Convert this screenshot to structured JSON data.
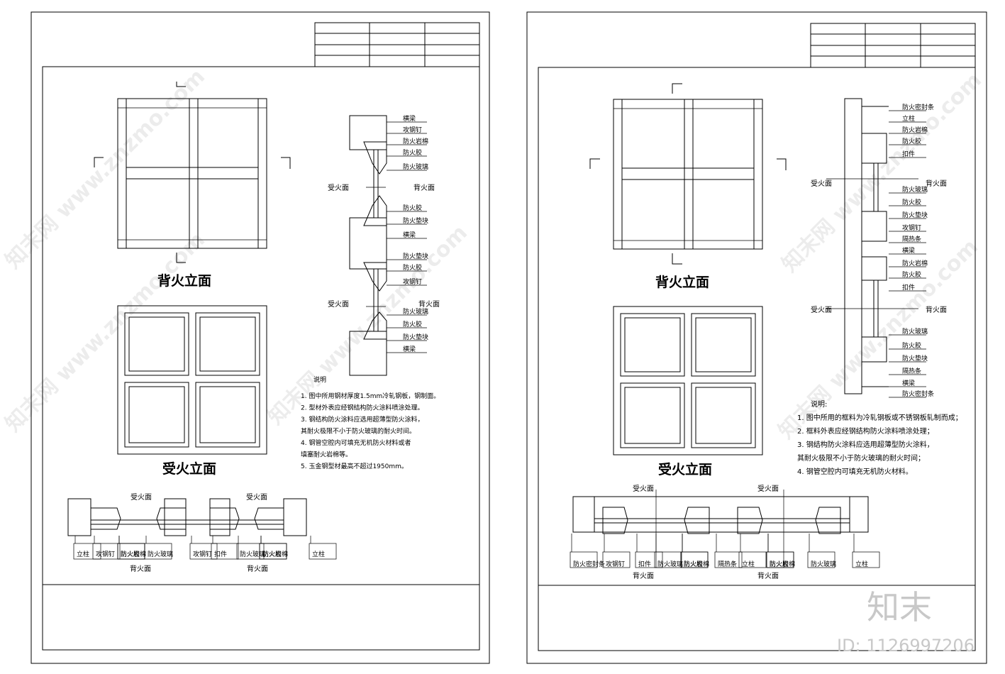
{
  "sheets": [
    {
      "id": "sheet-left",
      "elevation_back_title": "背火立面",
      "elevation_fire_title": "受火立面",
      "section_side_labels": [
        "受火面",
        "背火面",
        "受火面",
        "背火面"
      ],
      "vertical_callouts": [
        "横梁",
        "攻钢钉",
        "防火岩棉",
        "防火胶",
        "防火玻璃",
        "防火胶",
        "防火垫块",
        "横梁",
        "防火垫块",
        "防火胶",
        "攻钢钉",
        "防火玻璃",
        "防火胶",
        "防火垫块",
        "横梁"
      ],
      "notes_title": "说明",
      "notes": [
        "1.  图中所用钢材厚度1.5mm冷轧钢板，钢制面。",
        "2.  型材外表应经钢结构防火涂料喷涂处理。",
        "3.  钢结构防火涂料应选用超薄型防火涂料，",
        "     其耐火极限不小于防火玻璃的耐火时间。",
        "4.  钢管空腔内可填充无机防火材料或者",
        "     填塞耐火岩棉等。",
        "5.  玉金钢型材最高不超过1950mm。"
      ],
      "plan_top_labels": [
        "受火面",
        "受火面"
      ],
      "plan_bottom_labels": [
        "背火面",
        "背火面"
      ],
      "plan_callouts": [
        "立柱",
        "攻钢钉",
        "防火岩棉",
        "防火胶",
        "防火玻璃",
        "攻钢钉",
        "扣件",
        "防火玻璃",
        "防火岩棉",
        "防火胶",
        "立柱"
      ]
    },
    {
      "id": "sheet-right",
      "elevation_back_title": "背火立面",
      "elevation_fire_title": "受火立面",
      "section_side_labels": [
        "受火面",
        "背火面",
        "受火面",
        "背火面"
      ],
      "vertical_callouts": [
        "防火密封条",
        "立柱",
        "防火岩棉",
        "防火胶",
        "扣件",
        "防火玻璃",
        "防火胶",
        "防火垫块",
        "攻钢钉",
        "隔热条",
        "横梁",
        "防火岩棉",
        "防火胶",
        "扣件",
        "防火玻璃",
        "防火胶",
        "防火垫块",
        "隔热条",
        "横梁",
        "防火密封条"
      ],
      "notes_title": "说明:",
      "notes": [
        "1.  图中所用的框料为冷轧钢板或不锈钢板轧制而成；",
        "2.  框料外表应经钢结构防火涂料喷涂处理；",
        "3.  钢结构防火涂料应选用超薄型防火涂料，",
        "     其耐火极限不小于防火玻璃的耐火时间；",
        "4.  钢管空腔内可填充无机防火材料。"
      ],
      "plan_top_labels": [
        "受火面",
        "受火面"
      ],
      "plan_bottom_labels": [
        "背火面",
        "背火面"
      ],
      "plan_callouts": [
        "防火密封条",
        "攻钢钉",
        "扣件",
        "防火玻璃",
        "防火胶",
        "防火岩棉",
        "隔热条",
        "立柱",
        "防火胶",
        "防火岩棉",
        "防火玻璃",
        "立柱"
      ]
    }
  ],
  "watermark": {
    "text": "知末网 www.znzmo.com",
    "logo_text": "知末",
    "id_text": "ID: 1126997206"
  }
}
